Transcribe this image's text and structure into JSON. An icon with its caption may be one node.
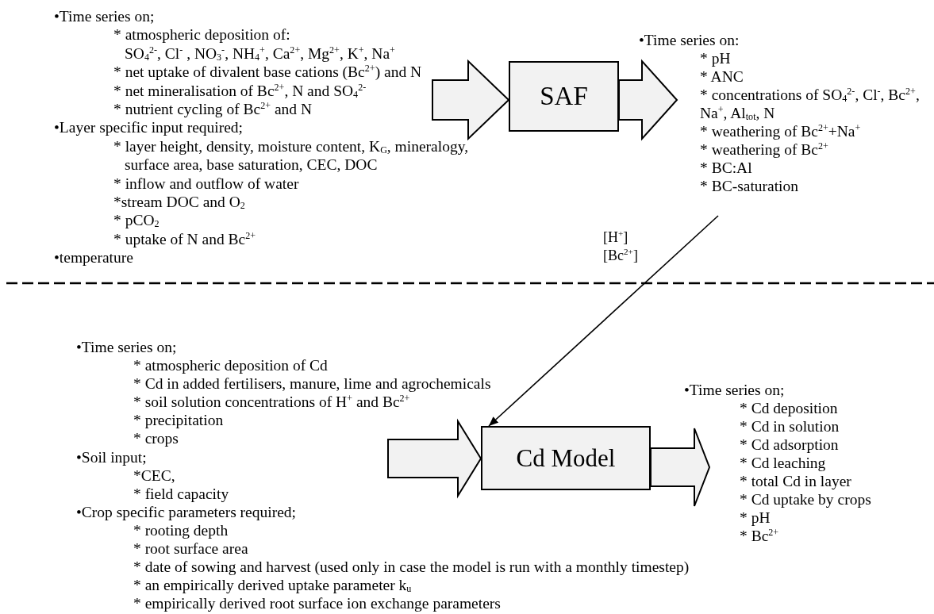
{
  "diagram": {
    "nodes": [
      {
        "text": [
          "•Time series on;",
          "* atmospheric deposition of:",
          "SO$_{4}$$^{2-}$, Cl$^{-}$ , NO$_{3}$$^{-}$,  NH$_{4}$$^{+}$, Ca$^{2+}$, Mg$^{2+}$, K$^{+}$, Na$^{+}$",
          "* net uptake of divalent base cations (Bc$^{2+}$) and N",
          "* net mineralisation of  Bc$^{2+}$, N and SO$_{4}$$^{2-}$",
          "* nutrient cycling of Bc$^{2+}$ and N",
          "•Layer specific input required;",
          "* layer height, density, moisture content, K$_{G}$, mineralogy, surface area, base saturation, CEC, DOC",
          "* inflow and outflow of water",
          "*stream DOC and O$_{2}$",
          "* pCO$_{2}$",
          "* uptake of N and Bc$^{2+}$",
          "•temperature"
        ]
      },
      {
        "text": [
          "SAF"
        ]
      },
      {
        "text": [
          "•Time series on:",
          "* pH",
          "* ANC",
          "* concentrations of SO$_{4}$$^{2-}$, Cl$^{-}$, Bc$^{2+}$, Na$^{+}$, Al$_{tot}$, N",
          "* weathering of Bc$^{2+}$+Na$^{+}$",
          "* weathering of Bc$^{2+}$",
          "* BC:Al",
          "* BC-saturation"
        ]
      },
      {
        "text": [
          "•Time series on;",
          "* atmospheric deposition of Cd",
          "* Cd in added fertilisers, manure, lime and agrochemicals",
          "* soil solution concentrations of H$^{+}$ and Bc$^{2+}$",
          "* precipitation",
          "* crops",
          "•Soil input;",
          "*CEC,",
          "* field capacity",
          "•Crop specific parameters required;",
          "* rooting depth",
          "* root surface area",
          "* date of sowing and harvest (used only in case the model is run with a monthly timestep)",
          "* an empirically derived uptake parameter k$_{u}$",
          "* empirically derived root surface ion exchange parameters"
        ]
      },
      {
        "text": [
          "Cd Model"
        ]
      },
      {
        "text": [
          "•Time series on;",
          "* Cd deposition",
          "* Cd in solution",
          "* Cd adsorption",
          "* Cd leaching",
          "* total Cd in layer",
          "* Cd uptake by crops",
          "* pH",
          "* Bc$^{2+}$"
        ]
      }
    ],
    "edges": [
      {
        "from": 0,
        "to": 1,
        "arrow": "to",
        "style": "thick"
      },
      {
        "from": 1,
        "to": 2,
        "arrow": "to",
        "style": "thick"
      },
      {
        "from": 3,
        "to": 4,
        "arrow": "to",
        "style": "thick"
      },
      {
        "from": 4,
        "to": 5,
        "arrow": "to",
        "style": "thick"
      },
      {
        "from": 2,
        "to": 4,
        "arrow": "to",
        "label": "[H$^{+}$] [Bc$^{2+}$]"
      }
    ]
  }
}
